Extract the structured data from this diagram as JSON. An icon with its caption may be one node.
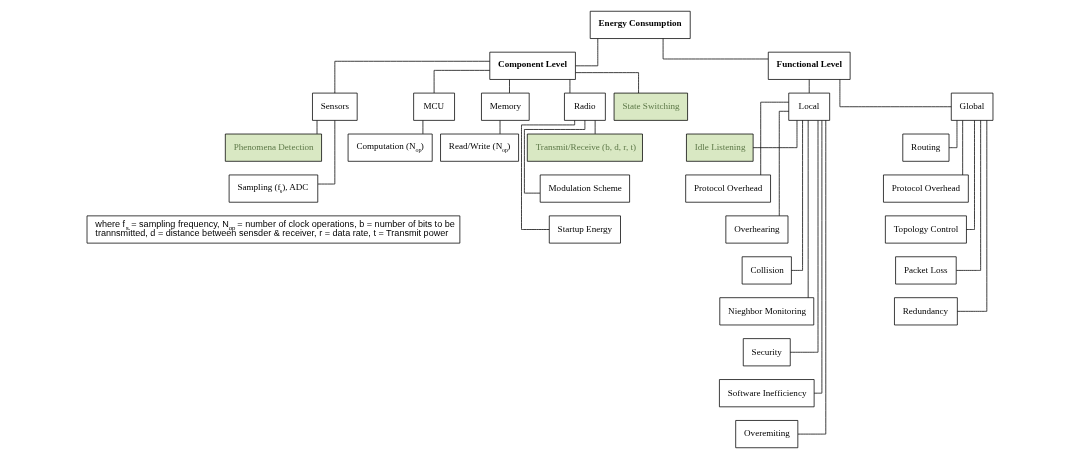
{
  "diagram": {
    "nodes": [
      {
        "text": [
          "Energy Consumption"
        ]
      },
      {
        "text": [
          "Component Level"
        ]
      },
      {
        "text": [
          "Functional Level"
        ]
      },
      {
        "text": [
          "Sensors"
        ]
      },
      {
        "text": [
          "MCU"
        ]
      },
      {
        "text": [
          "Memory"
        ]
      },
      {
        "text": [
          "Radio"
        ]
      },
      {
        "text": [
          "State Switching"
        ]
      },
      {
        "text": [
          "Local"
        ]
      },
      {
        "text": [
          "Global"
        ]
      },
      {
        "text": [
          "Phenomena Detection"
        ]
      },
      {
        "text": [
          "Sampling (f$_{s}$), ADC"
        ]
      },
      {
        "text": [
          "Computation (N$_{op}$)"
        ]
      },
      {
        "text": [
          "Read/Write (N$_{op}$)"
        ]
      },
      {
        "text": [
          "Transmit/Receive (b, d, r, t)"
        ]
      },
      {
        "text": [
          "Modulation Scheme"
        ]
      },
      {
        "text": [
          "Startup Energy"
        ]
      },
      {
        "text": [
          "Idle Listening"
        ]
      },
      {
        "text": [
          "Protocol Overhead"
        ]
      },
      {
        "text": [
          "Overhearing"
        ]
      },
      {
        "text": [
          "Collision"
        ]
      },
      {
        "text": [
          "Nieghbor Monitoring"
        ]
      },
      {
        "text": [
          "Security"
        ]
      },
      {
        "text": [
          "Software Inefficiency"
        ]
      },
      {
        "text": [
          "Overemiting"
        ]
      },
      {
        "text": [
          "Routing"
        ]
      },
      {
        "text": [
          "Protocol Overhead"
        ]
      },
      {
        "text": [
          "Topology Control"
        ]
      },
      {
        "text": [
          "Packet Loss"
        ]
      },
      {
        "text": [
          "Redundancy"
        ]
      },
      {
        "text": [
          "where f$_{s}$ = sampling frequency, N$_{op}$ = number of clock operations, b = number of bits to be trannsmitted, d = distance between sensder & receiver, r = data rate, t = Transmit power"
        ]
      }
    ],
    "edges": [
      {
        "from": 0,
        "to": 1,
        "arrow": "none"
      },
      {
        "from": 0,
        "to": 2,
        "arrow": "none"
      },
      {
        "from": 1,
        "to": 3,
        "arrow": "none"
      },
      {
        "from": 1,
        "to": 4,
        "arrow": "none"
      },
      {
        "from": 1,
        "to": 5,
        "arrow": "none"
      },
      {
        "from": 1,
        "to": 6,
        "arrow": "none"
      },
      {
        "from": 1,
        "to": 7,
        "arrow": "none"
      },
      {
        "from": 2,
        "to": 8,
        "arrow": "none"
      },
      {
        "from": 2,
        "to": 9,
        "arrow": "none"
      },
      {
        "from": 3,
        "to": 10,
        "arrow": "none"
      },
      {
        "from": 3,
        "to": 11,
        "arrow": "none"
      },
      {
        "from": 4,
        "to": 12,
        "arrow": "none"
      },
      {
        "from": 5,
        "to": 13,
        "arrow": "none"
      },
      {
        "from": 6,
        "to": 14,
        "arrow": "none"
      },
      {
        "from": 6,
        "to": 15,
        "arrow": "none"
      },
      {
        "from": 6,
        "to": 16,
        "arrow": "none"
      },
      {
        "from": 8,
        "to": 17,
        "arrow": "none"
      },
      {
        "from": 8,
        "to": 18,
        "arrow": "none"
      },
      {
        "from": 8,
        "to": 19,
        "arrow": "none"
      },
      {
        "from": 8,
        "to": 20,
        "arrow": "none"
      },
      {
        "from": 8,
        "to": 21,
        "arrow": "none"
      },
      {
        "from": 8,
        "to": 22,
        "arrow": "none"
      },
      {
        "from": 8,
        "to": 23,
        "arrow": "none"
      },
      {
        "from": 8,
        "to": 24,
        "arrow": "none"
      },
      {
        "from": 9,
        "to": 25,
        "arrow": "none"
      },
      {
        "from": 9,
        "to": 26,
        "arrow": "none"
      },
      {
        "from": 9,
        "to": 27,
        "arrow": "none"
      },
      {
        "from": 9,
        "to": 28,
        "arrow": "none"
      },
      {
        "from": 9,
        "to": 29,
        "arrow": "none"
      }
    ]
  }
}
